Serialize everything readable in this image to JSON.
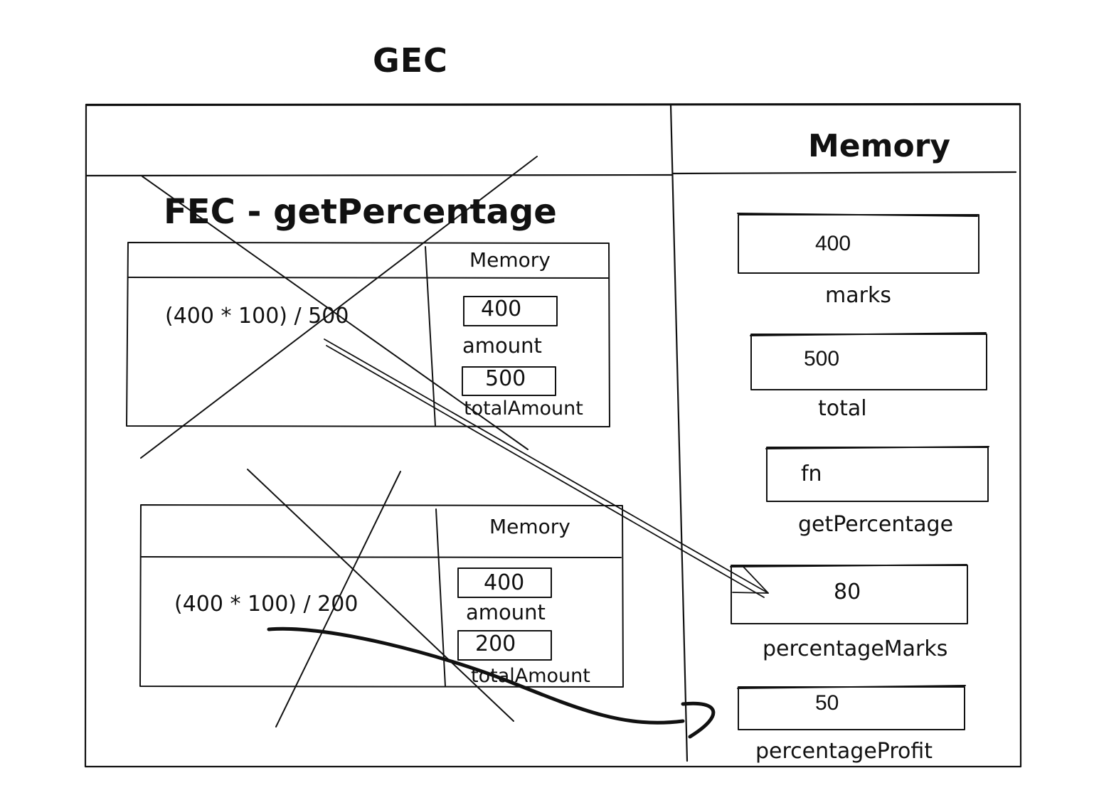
{
  "diagram": {
    "title": "GEC",
    "gec_memory": {
      "title": "Memory",
      "variables": [
        {
          "value": "400",
          "name": "marks"
        },
        {
          "value": "500",
          "name": "total"
        },
        {
          "value": "fn",
          "name": "getPercentage"
        },
        {
          "value": "80",
          "name": "percentageMarks"
        },
        {
          "value": "50",
          "name": "percentageProfit"
        }
      ]
    },
    "fec_label": "FEC - getPercentage",
    "fec_contexts": [
      {
        "expression": "(400 * 100) / 500",
        "memory_title": "Memory",
        "variables": [
          {
            "value": "400",
            "name": "amount"
          },
          {
            "value": "500",
            "name": "totalAmount"
          }
        ],
        "crossed_out": true
      },
      {
        "expression": "(400 * 100) / 200",
        "memory_title": "Memory",
        "variables": [
          {
            "value": "400",
            "name": "amount"
          },
          {
            "value": "200",
            "name": "totalAmount"
          }
        ],
        "crossed_out": true
      }
    ],
    "stroke_color": "#111111",
    "background": "#ffffff"
  }
}
